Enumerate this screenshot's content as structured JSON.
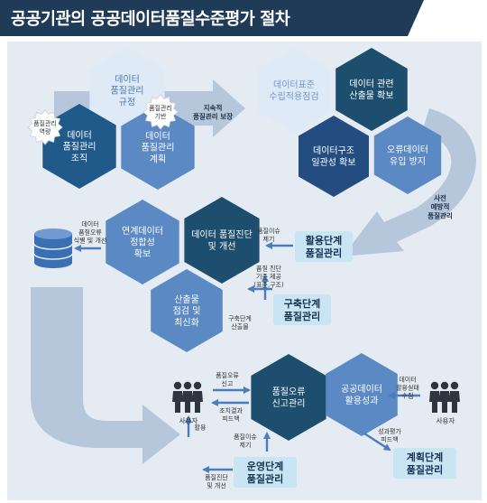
{
  "title": "공공기관의 공공데이터품질수준평가 절차",
  "colors": {
    "title_bg": "#1f3b57",
    "panel_bg": "#e4ebf3",
    "hex_pale": "#deebf7",
    "hex_mid": "#5b89c4",
    "hex_dark": "#1f5a8a",
    "hex_navy": "#234d80",
    "hex_teal": "#1e4e6e",
    "stage_box": "#c9e4f3",
    "arrow_gray": "#b7c7db",
    "arrow_blue": "#4a7cc0"
  },
  "hexes": {
    "h1": [
      "데이터",
      "품질관리",
      "규정"
    ],
    "h2": [
      "데이터",
      "품질관리",
      "조직"
    ],
    "h3": [
      "데이터",
      "품질관리",
      "계획"
    ],
    "h4": [
      "데이터표준",
      "수립적용점검"
    ],
    "h5": [
      "데이터 관련",
      "산출물 확보"
    ],
    "h6": [
      "데이터구조",
      "일관성 확보"
    ],
    "h7": [
      "오류데이터",
      "유입 방지"
    ],
    "h8": [
      "연계데이터",
      "정합성",
      "확보"
    ],
    "h9": [
      "데이터 품질진단",
      "및 개선"
    ],
    "h10": [
      "산출물",
      "점검 및",
      "최신화"
    ],
    "h11": [
      "품질오류",
      "신고관리"
    ],
    "h12": [
      "공공데이터",
      "활용성과"
    ]
  },
  "stars": {
    "s1": [
      "품질관리",
      "역량"
    ],
    "s2": [
      "품질관리",
      "기반"
    ]
  },
  "stages": {
    "st1": [
      "활용단계",
      "품질관리"
    ],
    "st2": [
      "구축단계",
      "품질관리"
    ],
    "st3": [
      "운영단계",
      "품질관리"
    ],
    "st4": [
      "계획단계",
      "품질관리"
    ]
  },
  "labels": {
    "sustain": [
      "지속적",
      "품질관리 보장"
    ],
    "preventive": [
      "사전",
      "예방적",
      "품질관리"
    ],
    "db_note": [
      "데이터",
      "품질오류",
      "식별 및 개선"
    ],
    "issue1": [
      "품질이슈",
      "제기"
    ],
    "diag": [
      "품질 진단",
      "기준 제공",
      "(표준,구조)"
    ],
    "build": [
      "구축단계",
      "산출물"
    ],
    "err_report": [
      "품질오류",
      "신고"
    ],
    "result_fb": [
      "조치결과",
      "피드백"
    ],
    "use": "활용",
    "issue2": [
      "품질이슈",
      "제기"
    ],
    "usage_collect": [
      "데이터",
      "활용실태",
      "수집"
    ],
    "eval_fb": [
      "성과평가",
      "피드백"
    ],
    "diag_improve": [
      "품질진단",
      "및 개선"
    ],
    "user_left": "사용자",
    "user_right": "사용자"
  }
}
